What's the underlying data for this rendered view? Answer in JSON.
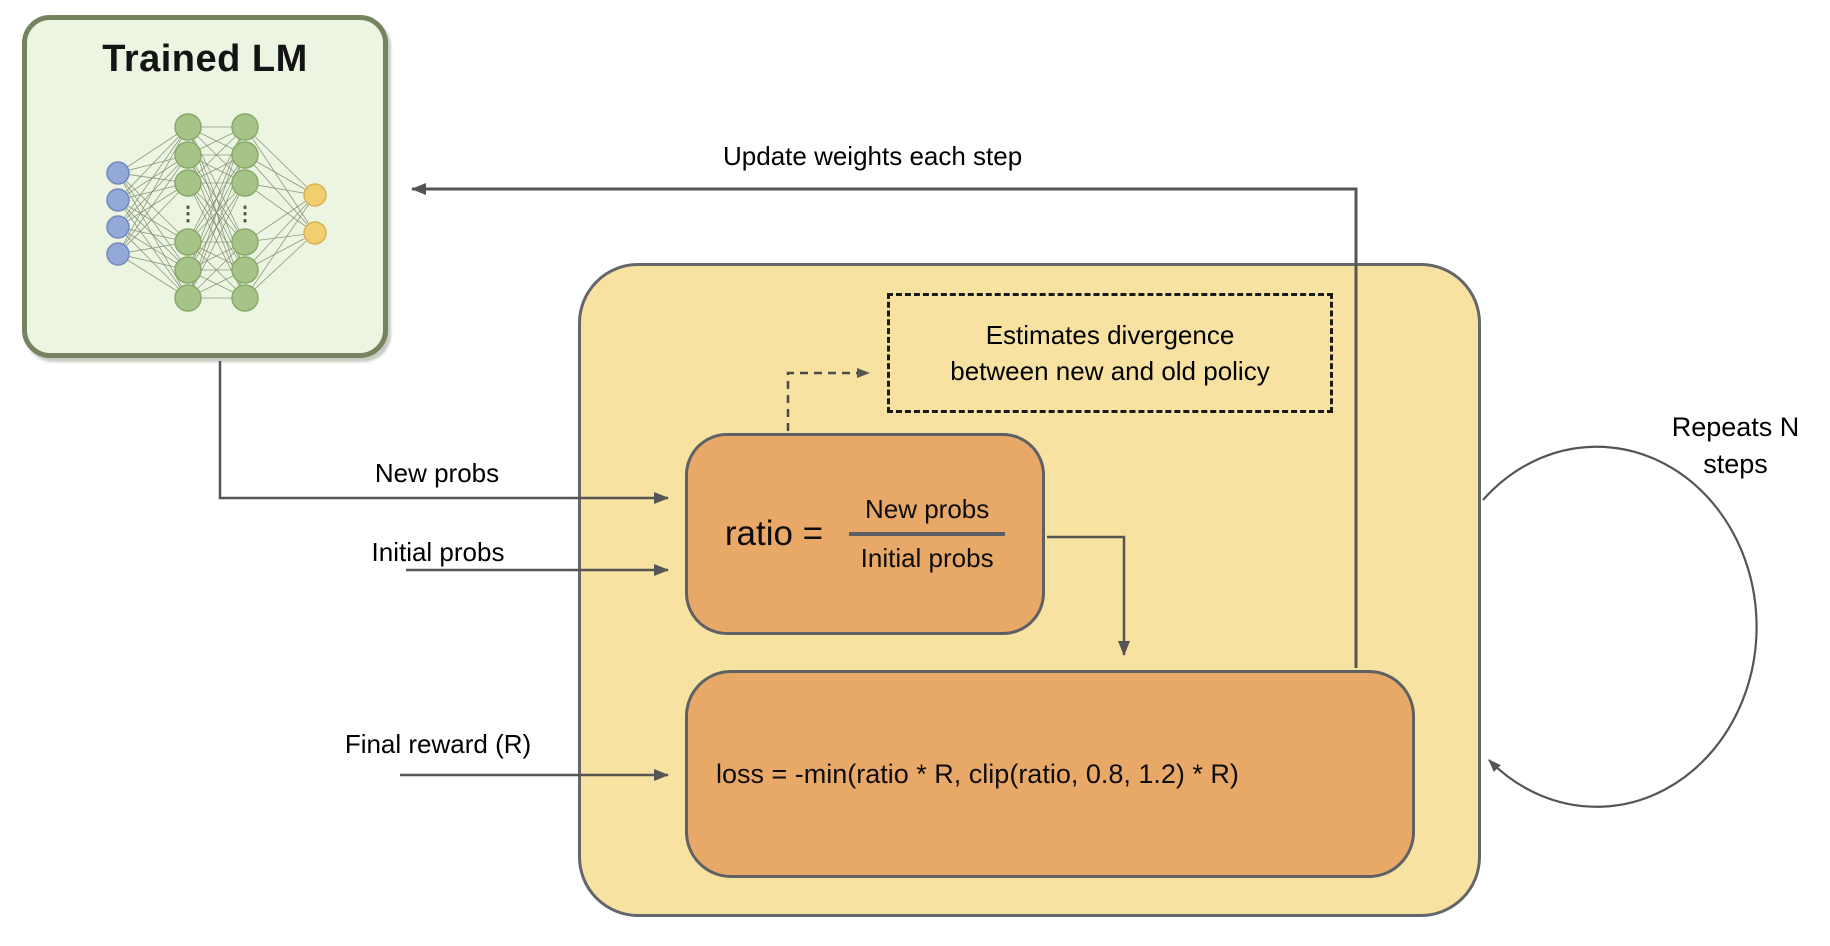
{
  "trained_lm": {
    "title": "Trained LM"
  },
  "neural_network": {
    "description": "feed-forward network illustration",
    "layers": [
      {
        "role": "input",
        "count": 4,
        "fill": "#93A9D9",
        "stroke": "#7389BC",
        "gap_dots": false
      },
      {
        "role": "hidden",
        "count": 6,
        "fill": "#A7C488",
        "stroke": "#87A968",
        "gap_dots": true
      },
      {
        "role": "hidden",
        "count": 6,
        "fill": "#A7C488",
        "stroke": "#87A968",
        "gap_dots": true
      },
      {
        "role": "output",
        "count": 2,
        "fill": "#F2CF6E",
        "stroke": "#D8B254",
        "gap_dots": false
      }
    ]
  },
  "flow_labels": {
    "update_weights": "Update weights each step",
    "new_probs": "New probs",
    "initial_probs": "Initial probs",
    "final_reward": "Final reward (R)",
    "repeats_line1": "Repeats N",
    "repeats_line2": "steps"
  },
  "divergence_note": {
    "line1": "Estimates divergence",
    "line2": "between new and old policy"
  },
  "ratio_box": {
    "lhs": "ratio =",
    "numerator": "New probs",
    "denominator": "Initial probs"
  },
  "loss_box": {
    "formula": "loss = -min(ratio * R, clip(ratio, 0.8, 1.2) * R)"
  },
  "colors": {
    "container_fill": "#F8E2A1",
    "container_border": "#63676B",
    "formula_fill": "#E8A868",
    "formula_border": "#5D6164",
    "lm_fill": "#ECF4E2",
    "lm_border": "#75835F",
    "arrow": "#555555",
    "dashed_border": "#1A1A1A",
    "text": "#111111"
  }
}
